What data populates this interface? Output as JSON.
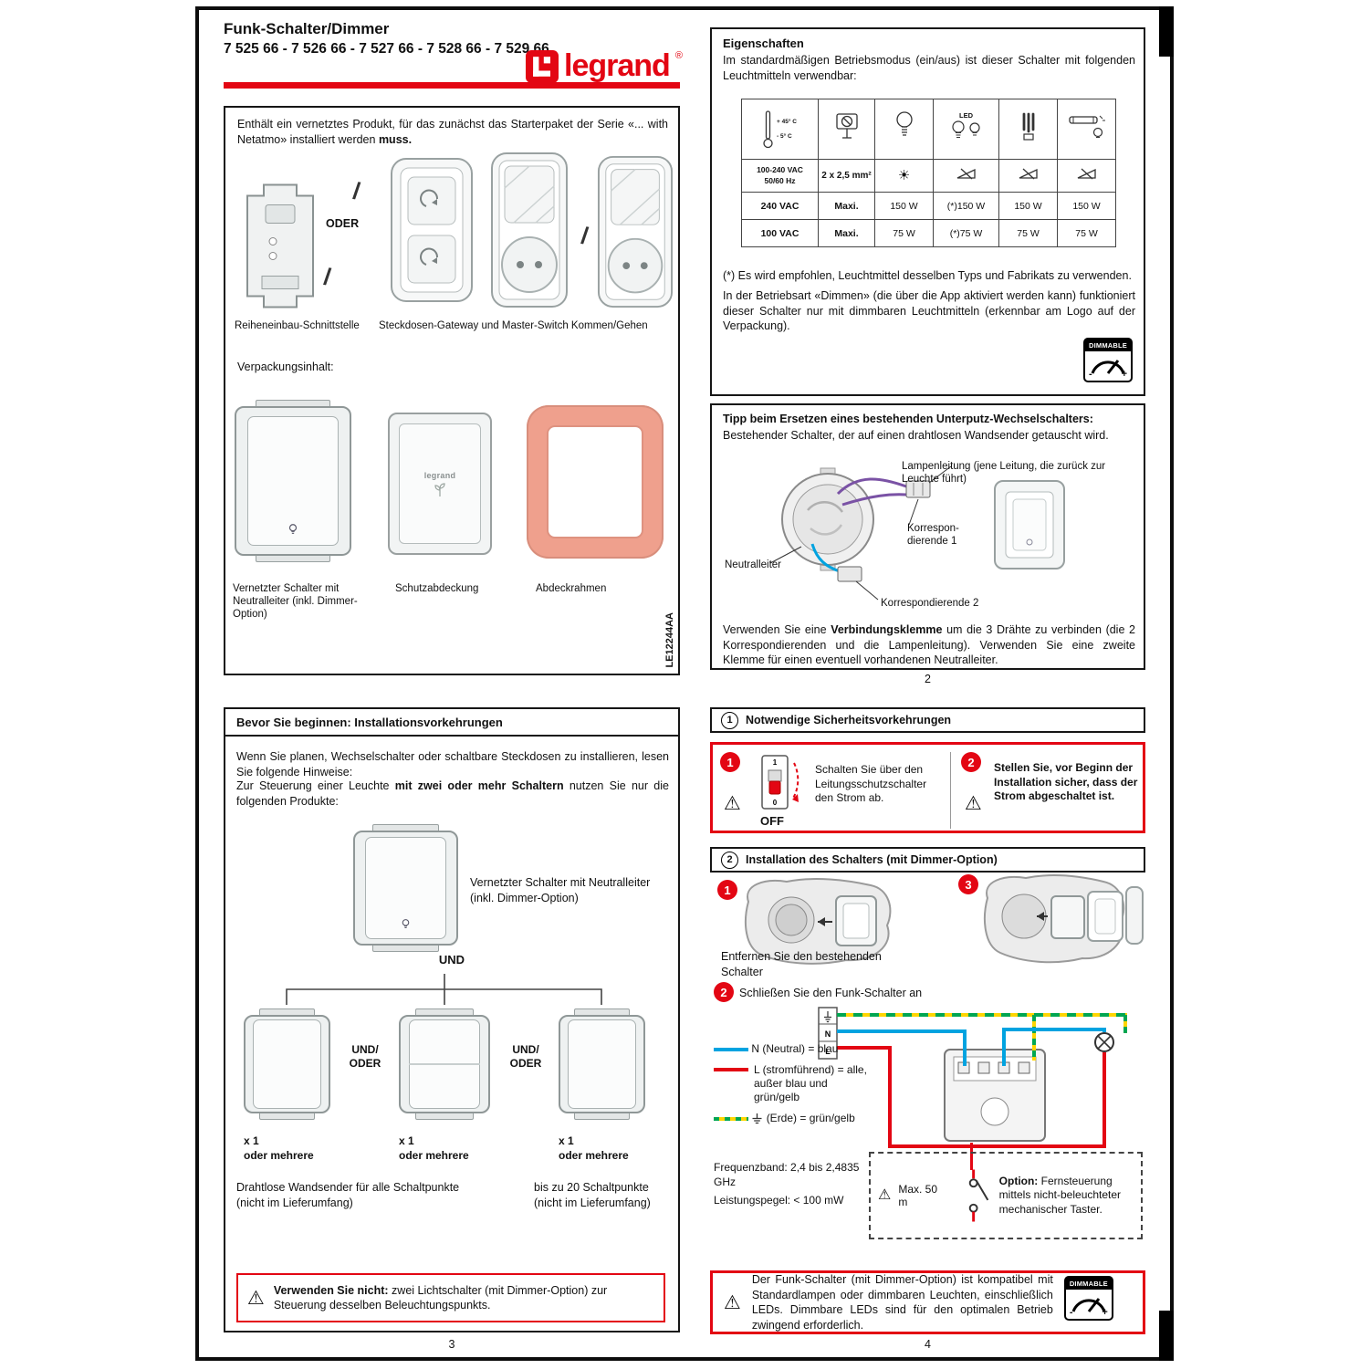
{
  "icons": {
    "warning": "⚠"
  },
  "dimmable_logo": {
    "label": "DIMMABLE",
    "minus": "-",
    "plus": "+"
  },
  "p1": {
    "title": "Funk-Schalter/Dimmer",
    "codes": "7 525 66 - 7 526 66 - 7 527 66 - 7 528 66 - 7 529 66",
    "brand": "legrand",
    "reg": "®",
    "intro_pre": "Enthält ein vernetztes Produkt, für das zunächst das Starterpaket der Serie «... with Netatmo» installiert werden ",
    "intro_bold": "muss.",
    "oder": "ODER",
    "slash": "/",
    "caption_module": "Reiheneinbau-Schnittstelle",
    "caption_gateway": "Steckdosen-Gateway und Master-Switch Kommen/Gehen",
    "contents_label": "Verpackungsinhalt:",
    "item_switch": "Vernetzter Schalter mit Neutralleiter (inkl. Dimmer-Option)",
    "item_cover": "Schutzabdeckung",
    "item_frame": "Abdeckrahmen",
    "doc_ref": "LE12244AA"
  },
  "p2": {
    "heading": "Eigenschaften",
    "intro": "Im standardmäßigen Betriebsmodus (ein/aus) ist dieser Schalter mit folgenden Leuchtmitteln verwendbar:",
    "table": {
      "temp_high": "+ 45° C",
      "temp_low": "- 5° C",
      "led": "LED",
      "sun": "☀",
      "volt_range": "100-240 VAC",
      "freq": "50/60 Hz",
      "wire": "2 x 2,5 mm²",
      "r1": [
        "240 VAC",
        "Maxi.",
        "150 W",
        "(*)150 W",
        "150 W",
        "150 W"
      ],
      "r2": [
        "100 VAC",
        "Maxi.",
        "75 W",
        "(*)75 W",
        "75 W",
        "75 W"
      ]
    },
    "note1": "(*) Es wird empfohlen, Leuchtmittel desselben Typs und Fabrikats zu verwenden.",
    "note2": "In der Betriebsart «Dimmen» (die über die App aktiviert werden kann) funktioniert dieser Schalter nur mit dimmbaren Leuchtmitteln (erkennbar am Logo auf der Verpackung).",
    "tip_heading": "Tipp beim Ersetzen eines bestehenden Unterputz-Wechselschalters:",
    "tip_intro": "Bestehender Schalter, der auf einen drahtlosen Wandsender getauscht wird.",
    "lbl_lamp": "Lampenleitung (jene Leitung, die zurück zur Leuchte führt)",
    "lbl_k1": "Korrespon-dierende 1",
    "lbl_neutral": "Neutralleiter",
    "lbl_k2": "Korrespondierende 2",
    "tip_pre": "Verwenden Sie eine ",
    "tip_bold": "Verbindungsklemme",
    "tip_post": " um die 3 Drähte zu verbinden (die 2 Korrespondierenden und die Lampenleitung). Verwenden Sie eine zweite Klemme für einen eventuell vorhandenen Neutralleiter.",
    "page": "2"
  },
  "p3": {
    "heading": "Bevor Sie beginnen: Installationsvorkehrungen",
    "para1": "Wenn Sie planen, Wechselschalter oder schaltbare Steckdosen zu installieren, lesen Sie folgende Hinweise:",
    "para2_pre": "Zur Steuerung einer Leuchte ",
    "para2_bold": "mit zwei oder mehr Schaltern",
    "para2_post": " nutzen Sie nur die folgenden Produkte:",
    "device_caption": "Vernetzter Schalter mit Neutralleiter (inkl. Dimmer-Option)",
    "und": "UND",
    "und_oder_1": "UND/",
    "und_oder_2": "ODER",
    "x1": "x 1",
    "mehr": "oder mehrere",
    "caption_left": "Drahtlose Wandsender für alle Schaltpunkte (nicht im Lieferumfang)",
    "caption_right": "bis zu 20 Schaltpunkte (nicht im Lieferumfang)",
    "warn_bold": "Verwenden Sie nicht:",
    "warn_rest": " zwei Lichtschalter (mit Dimmer-Option) zur Steuerung desselben Beleuchtungspunkts.",
    "page": "3"
  },
  "p4": {
    "sec1_num": "1",
    "sec1_heading": "Notwendige Sicherheitsvorkehrungen",
    "s1": "1",
    "s2": "2",
    "s3": "3",
    "off": "OFF",
    "breaker_i": "1",
    "breaker_o": "0",
    "sec1_text1": "Schalten Sie über den Leitungsschutzschalter den Strom ab.",
    "sec1_text2": "Stellen Sie, vor Beginn der Installation sicher, dass der Strom abgeschaltet ist.",
    "sec2_num": "2",
    "sec2_heading": "Installation des Schalters (mit Dimmer-Option)",
    "remove_caption": "Entfernen Sie den bestehenden Schalter",
    "connect_caption": "Schließen Sie den Funk-Schalter an",
    "legend_n": "N (Neutral) = blau",
    "legend_l": "L (stromführend) = alle, außer blau und grün/gelb",
    "legend_e": "(Erde) = grün/gelb",
    "term_n": "N",
    "term_l": "L",
    "freq": "Frequenzband: 2,4 bis 2,4835 GHz",
    "power": "Leistungspegel: < 100 mW",
    "max": "Max. 50 m",
    "option_bold": "Option:",
    "option_rest": " Fernsteuerung mittels nicht-beleuchteter mechanischer Taster.",
    "compat": "Der Funk-Schalter (mit Dimmer-Option) ist kompatibel mit Standardlampen oder dimmbaren Leuchten, einschließlich LEDs. Dimmbare LEDs sind für den optimalen Betrieb zwingend erforderlich.",
    "page": "4"
  }
}
